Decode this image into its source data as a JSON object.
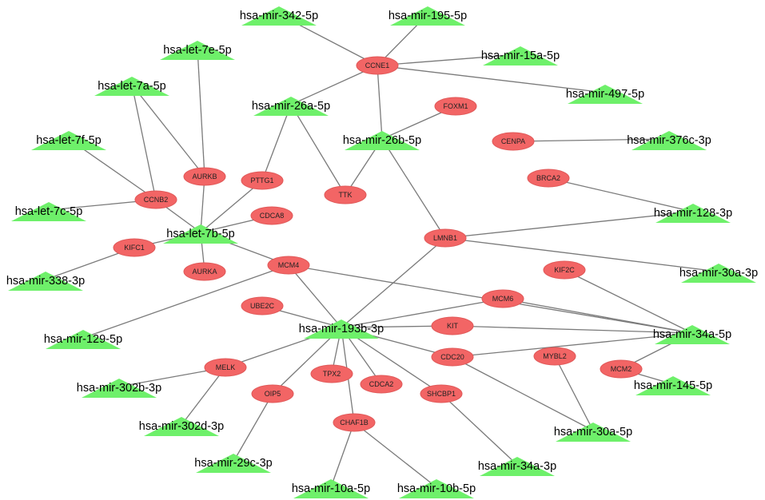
{
  "colors": {
    "gene_fill": "#f26565",
    "mirna_fill": "#6ef06a",
    "edge": "#7a7a7a"
  },
  "genes": {
    "ccne1": "CCNE1",
    "foxm1": "FOXM1",
    "cenpa": "CENPA",
    "brca2": "BRCA2",
    "aurkb": "AURKB",
    "pttg1": "PTTG1",
    "ttk": "TTK",
    "ccnb2": "CCNB2",
    "cdca8": "CDCA8",
    "kifc1": "KIFC1",
    "aurka": "AURKA",
    "lmnb1": "LMNB1",
    "mcm4": "MCM4",
    "kif2c": "KIF2C",
    "ube2c": "UBE2C",
    "mcm6": "MCM6",
    "kit": "KIT",
    "cdc20": "CDC20",
    "mybl2": "MYBL2",
    "mcm2": "MCM2",
    "melk": "MELK",
    "tpx2": "TPX2",
    "cdca2": "CDCA2",
    "oip5": "OIP5",
    "shcbp1": "SHCBP1",
    "chaf1b": "CHAF1B"
  },
  "mirnas": {
    "mir342_5p": "hsa-mir-342-5p",
    "mir195_5p": "hsa-mir-195-5p",
    "let7e_5p": "hsa-let-7e-5p",
    "mir15a_5p": "hsa-mir-15a-5p",
    "let7a_5p": "hsa-let-7a-5p",
    "mir497_5p": "hsa-mir-497-5p",
    "mir26a_5p": "hsa-mir-26a-5p",
    "let7f_5p": "hsa-let-7f-5p",
    "mir26b_5p": "hsa-mir-26b-5p",
    "mir376c_3p": "hsa-mir-376c-3p",
    "let7c_5p": "hsa-let-7c-5p",
    "mir128_3p": "hsa-mir-128-3p",
    "let7b_5p": "hsa-let-7b-5p",
    "mir338_3p": "hsa-mir-338-3p",
    "mir30a_3p": "hsa-mir-30a-3p",
    "mir193b_3p": "hsa-mir-193b-3p",
    "mir129_5p": "hsa-mir-129-5p",
    "mir34a_5p": "hsa-mir-34a-5p",
    "mir302b_3p": "hsa-mir-302b-3p",
    "mir145_5p": "hsa-mir-145-5p",
    "mir302d_3p": "hsa-mir-302d-3p",
    "mir30a_5p": "hsa-mir-30a-5p",
    "mir29c_3p": "hsa-mir-29c-3p",
    "mir34a_3p": "hsa-mir-34a-3p",
    "mir10a_5p": "hsa-mir-10a-5p",
    "mir10b_5p": "hsa-mir-10b-5p"
  },
  "edges": [
    [
      "mir342_5p",
      "ccne1"
    ],
    [
      "mir195_5p",
      "ccne1"
    ],
    [
      "mir15a_5p",
      "ccne1"
    ],
    [
      "mir497_5p",
      "ccne1"
    ],
    [
      "mir26a_5p",
      "ccne1"
    ],
    [
      "mir26b_5p",
      "ccne1"
    ],
    [
      "mir26b_5p",
      "foxm1"
    ],
    [
      "mir26b_5p",
      "ttk"
    ],
    [
      "mir26b_5p",
      "lmnb1"
    ],
    [
      "mir26a_5p",
      "pttg1"
    ],
    [
      "mir26a_5p",
      "ttk"
    ],
    [
      "cenpa",
      "mir376c_3p"
    ],
    [
      "brca2",
      "mir128_3p"
    ],
    [
      "let7e_5p",
      "aurkb"
    ],
    [
      "let7a_5p",
      "aurkb"
    ],
    [
      "let7a_5p",
      "ccnb2"
    ],
    [
      "let7f_5p",
      "ccnb2"
    ],
    [
      "let7c_5p",
      "ccnb2"
    ],
    [
      "let7b_5p",
      "ccnb2"
    ],
    [
      "let7b_5p",
      "aurkb"
    ],
    [
      "let7b_5p",
      "pttg1"
    ],
    [
      "let7b_5p",
      "cdca8"
    ],
    [
      "let7b_5p",
      "kifc1"
    ],
    [
      "let7b_5p",
      "aurka"
    ],
    [
      "let7b_5p",
      "mcm4"
    ],
    [
      "kifc1",
      "mir338_3p"
    ],
    [
      "lmnb1",
      "mir128_3p"
    ],
    [
      "lmnb1",
      "mir30a_3p"
    ],
    [
      "lmnb1",
      "mir193b_3p"
    ],
    [
      "mcm4",
      "mir193b_3p"
    ],
    [
      "mcm4",
      "mir129_5p"
    ],
    [
      "mcm4",
      "mir34a_5p"
    ],
    [
      "kif2c",
      "mir34a_5p"
    ],
    [
      "mcm6",
      "mir34a_5p"
    ],
    [
      "kit",
      "mir34a_5p"
    ],
    [
      "cdc20",
      "mir34a_5p"
    ],
    [
      "mcm2",
      "mir34a_5p"
    ],
    [
      "mcm2",
      "mir145_5p"
    ],
    [
      "mir193b_3p",
      "ube2c"
    ],
    [
      "mir193b_3p",
      "mcm6"
    ],
    [
      "mir193b_3p",
      "kit"
    ],
    [
      "mir193b_3p",
      "cdc20"
    ],
    [
      "mir193b_3p",
      "melk"
    ],
    [
      "mir193b_3p",
      "oip5"
    ],
    [
      "mir193b_3p",
      "tpx2"
    ],
    [
      "mir193b_3p",
      "cdca2"
    ],
    [
      "mir193b_3p",
      "shcbp1"
    ],
    [
      "mir193b_3p",
      "chaf1b"
    ],
    [
      "cdc20",
      "mir30a_5p"
    ],
    [
      "mybl2",
      "mir30a_5p"
    ],
    [
      "melk",
      "mir302b_3p"
    ],
    [
      "melk",
      "mir302d_3p"
    ],
    [
      "oip5",
      "mir29c_3p"
    ],
    [
      "shcbp1",
      "mir34a_3p"
    ],
    [
      "chaf1b",
      "mir10a_5p"
    ],
    [
      "chaf1b",
      "mir10b_5p"
    ]
  ]
}
